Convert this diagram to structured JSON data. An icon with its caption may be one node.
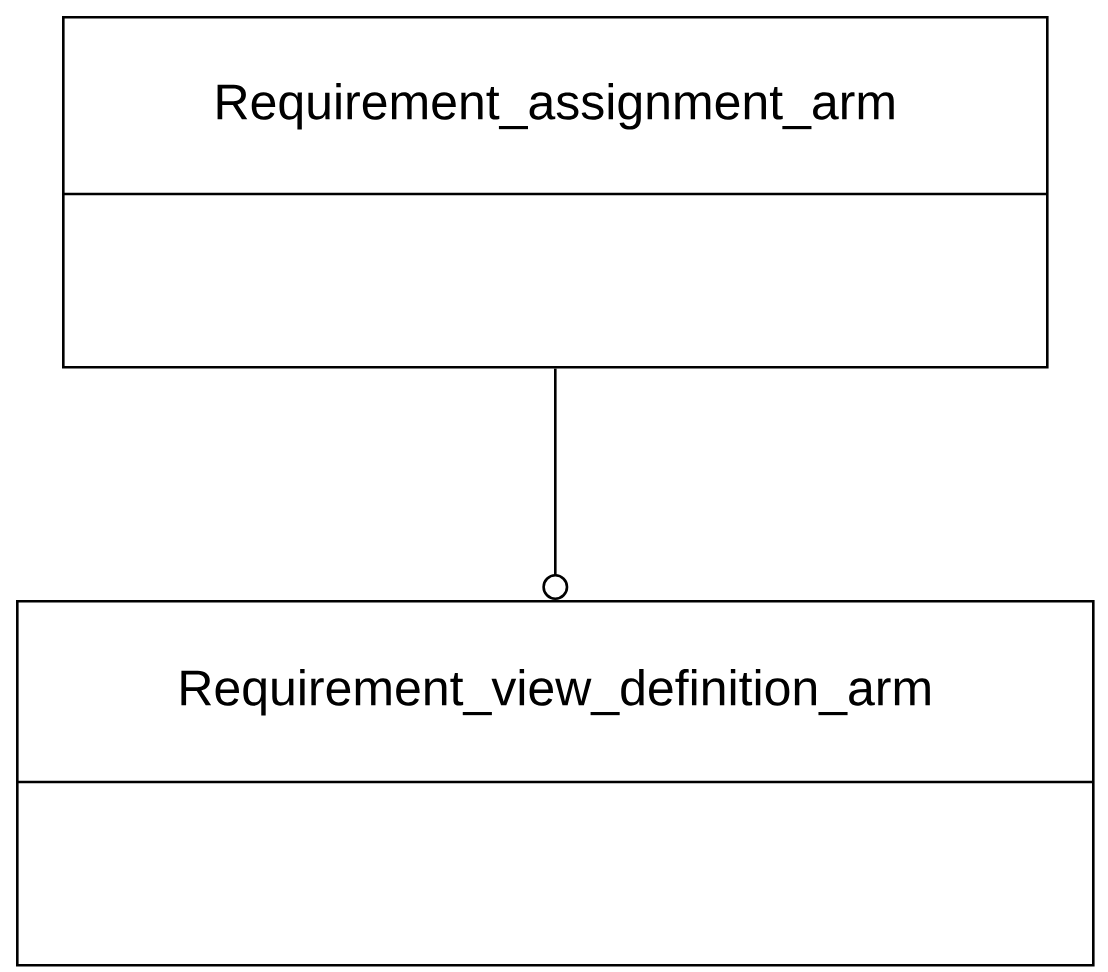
{
  "diagram": {
    "nodes": [
      {
        "text": [
          "Requirement_assignment_arm"
        ]
      },
      {
        "text": [
          "Requirement_view_definition_arm"
        ]
      }
    ],
    "edges": [
      {
        "from": 0,
        "to": 1,
        "arrow": "other"
      }
    ]
  }
}
